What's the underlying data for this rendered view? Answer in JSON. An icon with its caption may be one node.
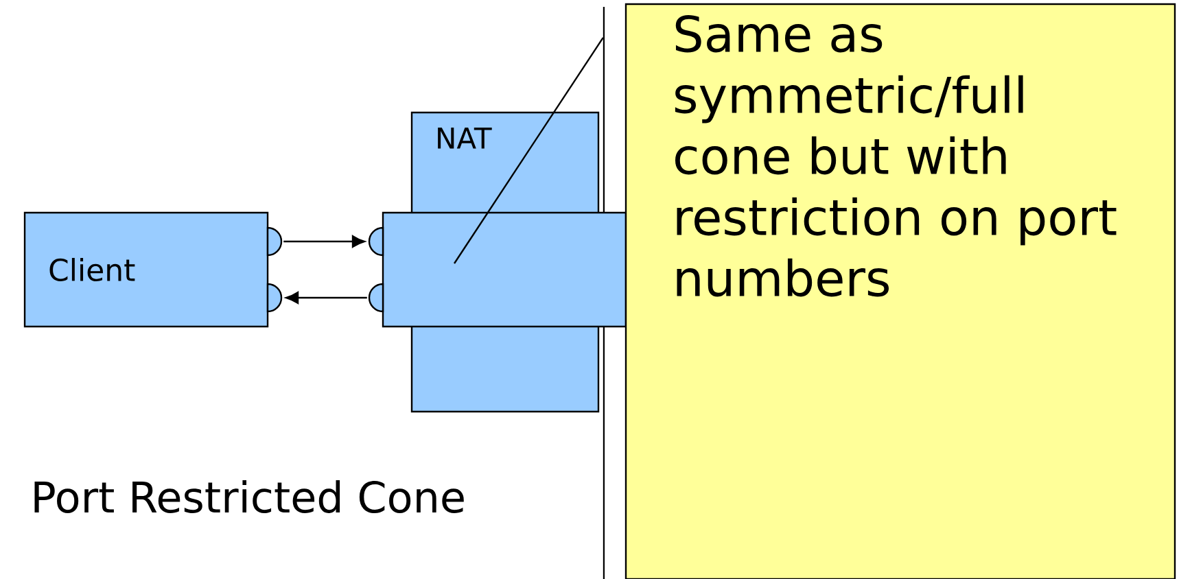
{
  "diagram": {
    "nodes": [
      {
        "text": [
          "Client"
        ]
      },
      {
        "text": [
          "NAT"
        ]
      },
      {
        "text": [],
        "shape": "box"
      },
      {
        "text": [
          "Same as symmetric/full cone but with restriction on port numbers"
        ]
      }
    ],
    "edges": [
      {
        "from": 0,
        "to": 2,
        "arrow": "to"
      },
      {
        "from": 2,
        "to": 0,
        "arrow": "to"
      },
      {
        "from": 3,
        "to": 2,
        "arrow": "none"
      }
    ],
    "labels": [
      "Port Restricted Cone"
    ]
  }
}
